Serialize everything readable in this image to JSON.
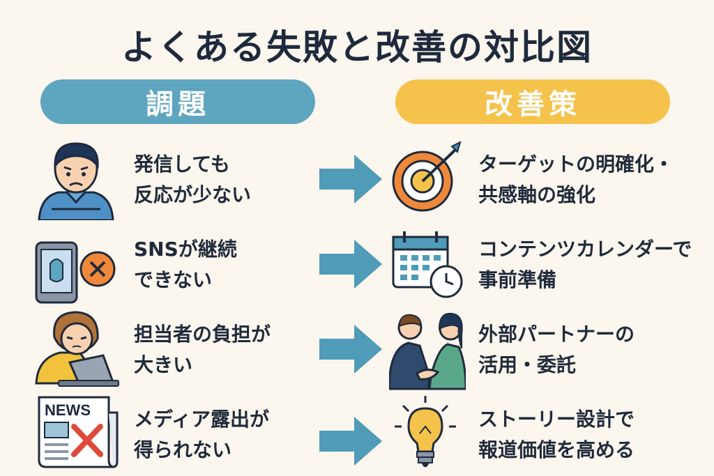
{
  "title": "よくある失敗と改善の対比図",
  "headers": {
    "problem": "調題",
    "solution": "改善策"
  },
  "rows": [
    {
      "problem": [
        "発信しても",
        "反応が少ない"
      ],
      "solution": [
        "ターゲットの明確化・",
        "共感軸の強化"
      ]
    },
    {
      "problem": [
        "SNSが継続",
        "できない"
      ],
      "solution": [
        "コンテンツカレンダーで",
        "事前準備"
      ]
    },
    {
      "problem": [
        "担当者の負担が",
        "大きい"
      ],
      "solution": [
        "外部パートナーの",
        "活用・委託"
      ]
    },
    {
      "problem": [
        "メディア露出が",
        "得られない"
      ],
      "solution": [
        "ストーリー設計で",
        "報道価値を高める"
      ]
    }
  ],
  "icons": {
    "row1_left": "worried-man-icon",
    "row1_right": "target-dart-icon",
    "row2_left": "smartphone-x-icon",
    "row2_right": "calendar-clock-icon",
    "row3_left": "tired-woman-laptop-icon",
    "row3_right": "handshake-icon",
    "row4_left": "newspaper-x-icon",
    "row4_right": "lightbulb-icon"
  },
  "newspaper_label": "NEWS",
  "colors": {
    "background": "#fbf6ee",
    "problem": "#5ea5c0",
    "solution": "#f5c24b",
    "arrow": "#4f9bb8",
    "text": "#1f2a3a"
  }
}
